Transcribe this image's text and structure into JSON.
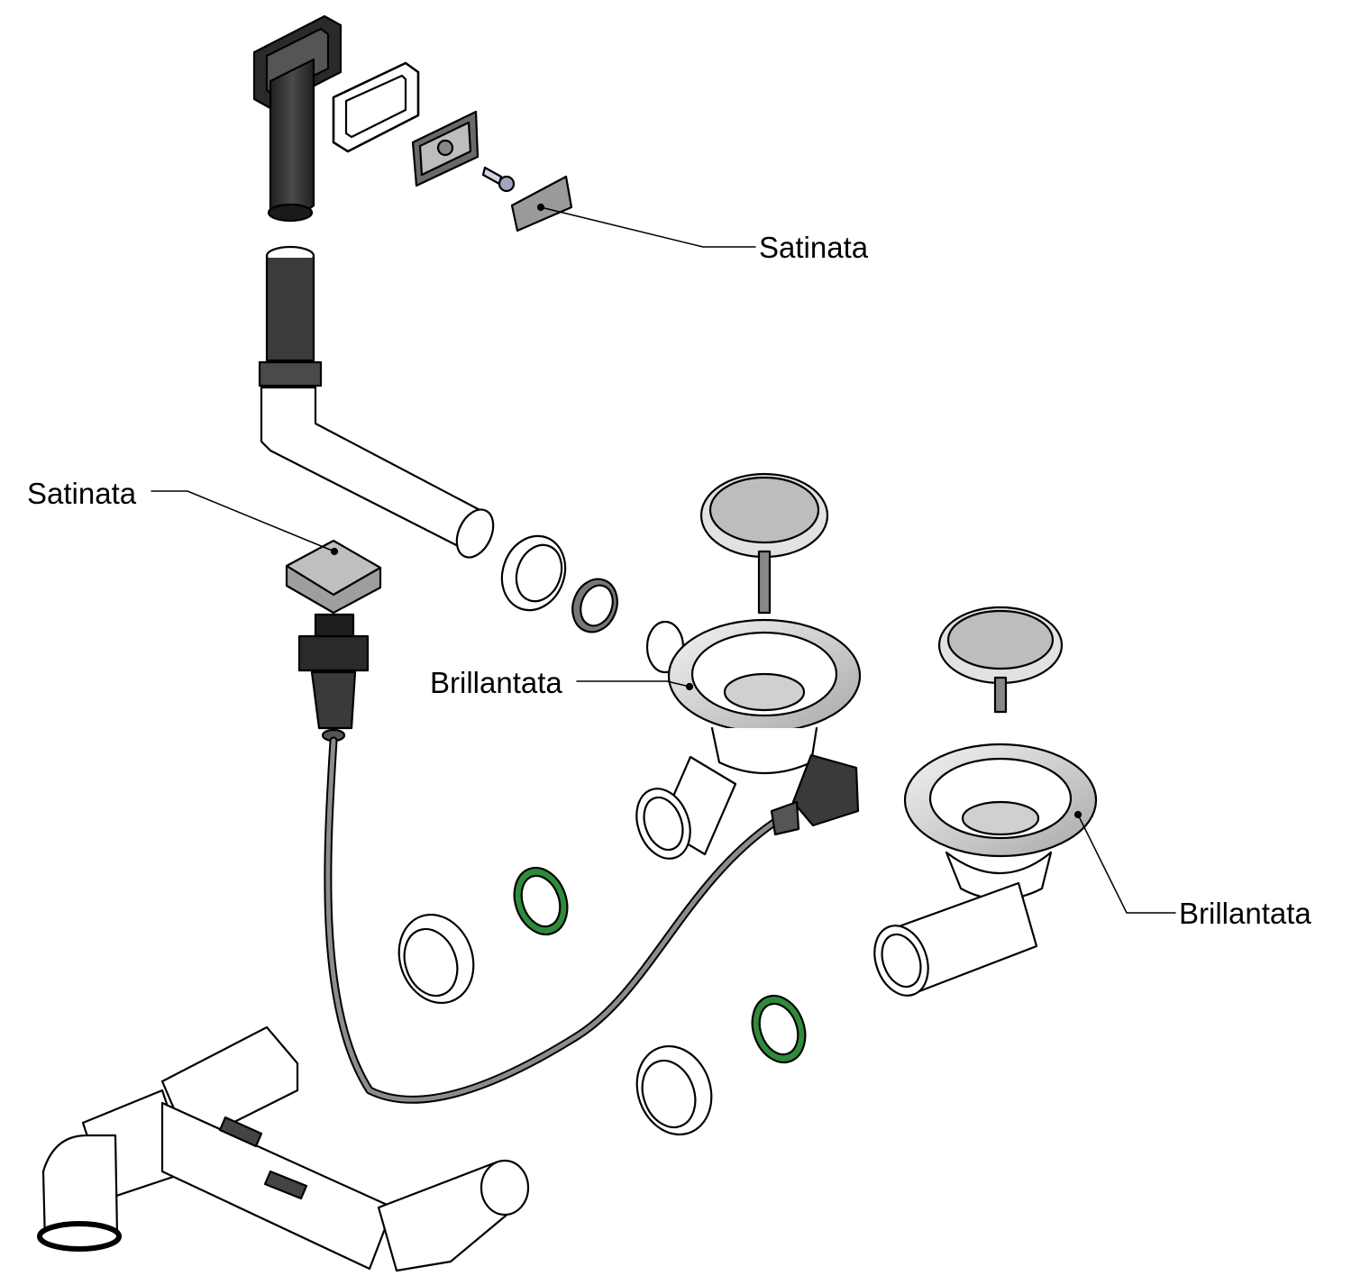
{
  "labels": {
    "overflow_cover": "Satinata",
    "pop_up_knob": "Satinata",
    "left_strainer_rim": "Brillantata",
    "right_strainer_rim": "Brillantata"
  },
  "colors": {
    "line": "#000000",
    "dark_part": "#3a3a3a",
    "mid_part": "#8c8c8c",
    "light_part": "#ffffff",
    "steel": "#dcdcdc",
    "green_seal": "#2f8a3a"
  }
}
